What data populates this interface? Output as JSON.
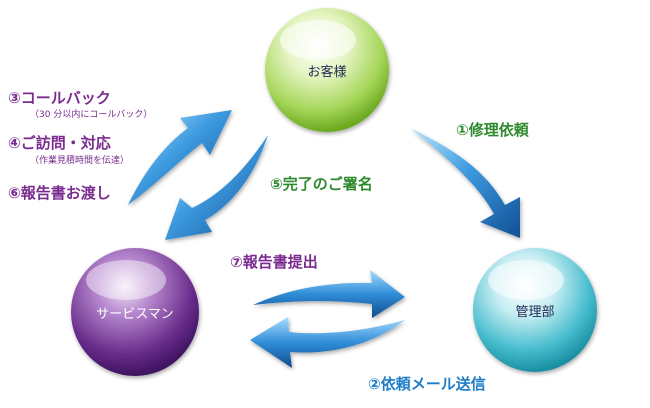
{
  "nodes": {
    "customer": "お客様",
    "management": "管理部",
    "service_man": "サービスマン"
  },
  "steps": {
    "s1": "①修理依頼",
    "s2": "②依頼メール送信",
    "s3": "③コールバック",
    "s3_note": "（30 分以内にコールバック）",
    "s4": "④ご訪問・対応",
    "s4_note": "（作業見積時間を伝達）",
    "s5": "⑤完了のご署名",
    "s6": "⑥報告書お渡し",
    "s7": "⑦報告書提出"
  },
  "colors": {
    "customer_sphere": "#9ad14b",
    "management_sphere": "#38b7c9",
    "service_sphere": "#6d2a8f",
    "arrow": "#1f6fb8"
  }
}
